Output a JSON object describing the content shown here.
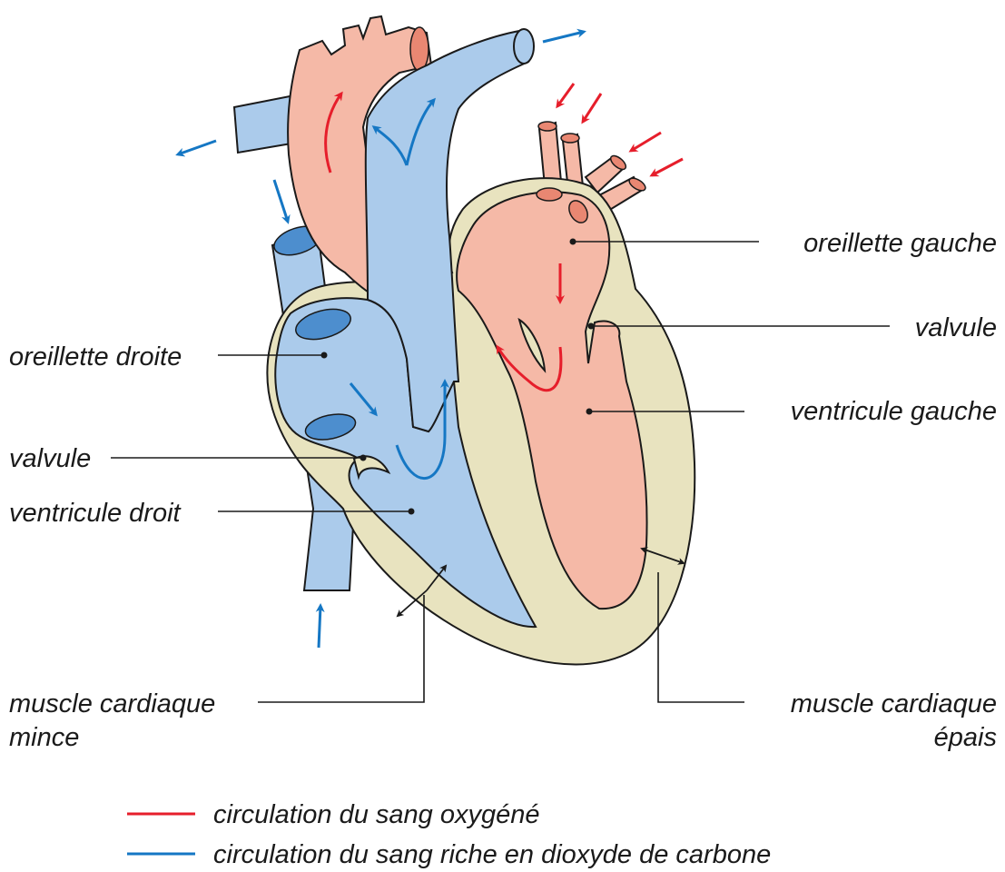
{
  "labels": {
    "left_atrium": "oreillette gauche",
    "valve_left": "valvule",
    "left_ventricle": "ventricule gauche",
    "right_atrium": "oreillette droite",
    "valve_right": "valvule",
    "right_ventricle": "ventricule droit",
    "thin_muscle_line1": "muscle cardiaque",
    "thin_muscle_line2": "mince",
    "thick_muscle_line1": "muscle cardiaque",
    "thick_muscle_line2": "épais"
  },
  "legend": {
    "oxygenated": "circulation du sang oxygéné",
    "deoxygenated": "circulation du sang riche en dioxyde de carbone"
  },
  "colors": {
    "oxygenated_flow": "#e61e2b",
    "deoxygenated_flow": "#1577c4",
    "oxygenated_blood": "#f5b9a7",
    "deoxygenated_blood": "#abcbeb",
    "heart_muscle": "#e8e3bf"
  }
}
